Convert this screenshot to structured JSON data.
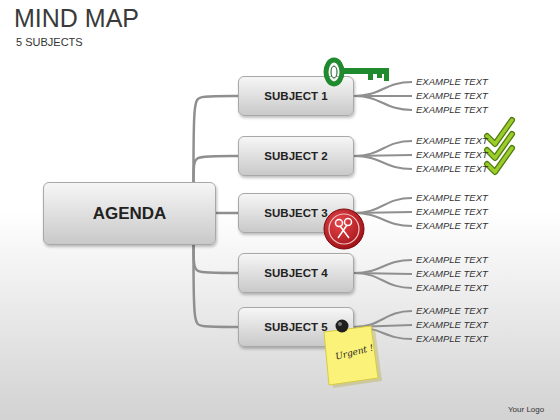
{
  "diagram": {
    "title": "MIND MAP",
    "nodes": [
      {
        "text": [
          "AGENDA"
        ]
      },
      {
        "text": [
          "SUBJECT 1"
        ]
      },
      {
        "text": [
          "SUBJECT 2"
        ]
      },
      {
        "text": [
          "SUBJECT 3"
        ]
      },
      {
        "text": [
          "SUBJECT 4"
        ]
      },
      {
        "text": [
          "SUBJECT 5"
        ]
      }
    ],
    "edges": [
      {
        "from": 0,
        "to": 1,
        "arrow": "none"
      },
      {
        "from": 0,
        "to": 2,
        "arrow": "none"
      },
      {
        "from": 0,
        "to": 3,
        "arrow": "none"
      },
      {
        "from": 0,
        "to": 4,
        "arrow": "none"
      },
      {
        "from": 0,
        "to": 5,
        "arrow": "none"
      }
    ],
    "labels": [
      "5 SUBJECTS",
      "EXAMPLE TEXT",
      "EXAMPLE TEXT",
      "EXAMPLE TEXT",
      "EXAMPLE TEXT",
      "EXAMPLE TEXT",
      "EXAMPLE TEXT",
      "EXAMPLE TEXT",
      "EXAMPLE TEXT",
      "EXAMPLE TEXT",
      "EXAMPLE TEXT",
      "EXAMPLE TEXT",
      "EXAMPLE TEXT",
      "EXAMPLE TEXT",
      "EXAMPLE TEXT",
      "EXAMPLE TEXT",
      "Urgent !",
      "Your Logo"
    ]
  }
}
